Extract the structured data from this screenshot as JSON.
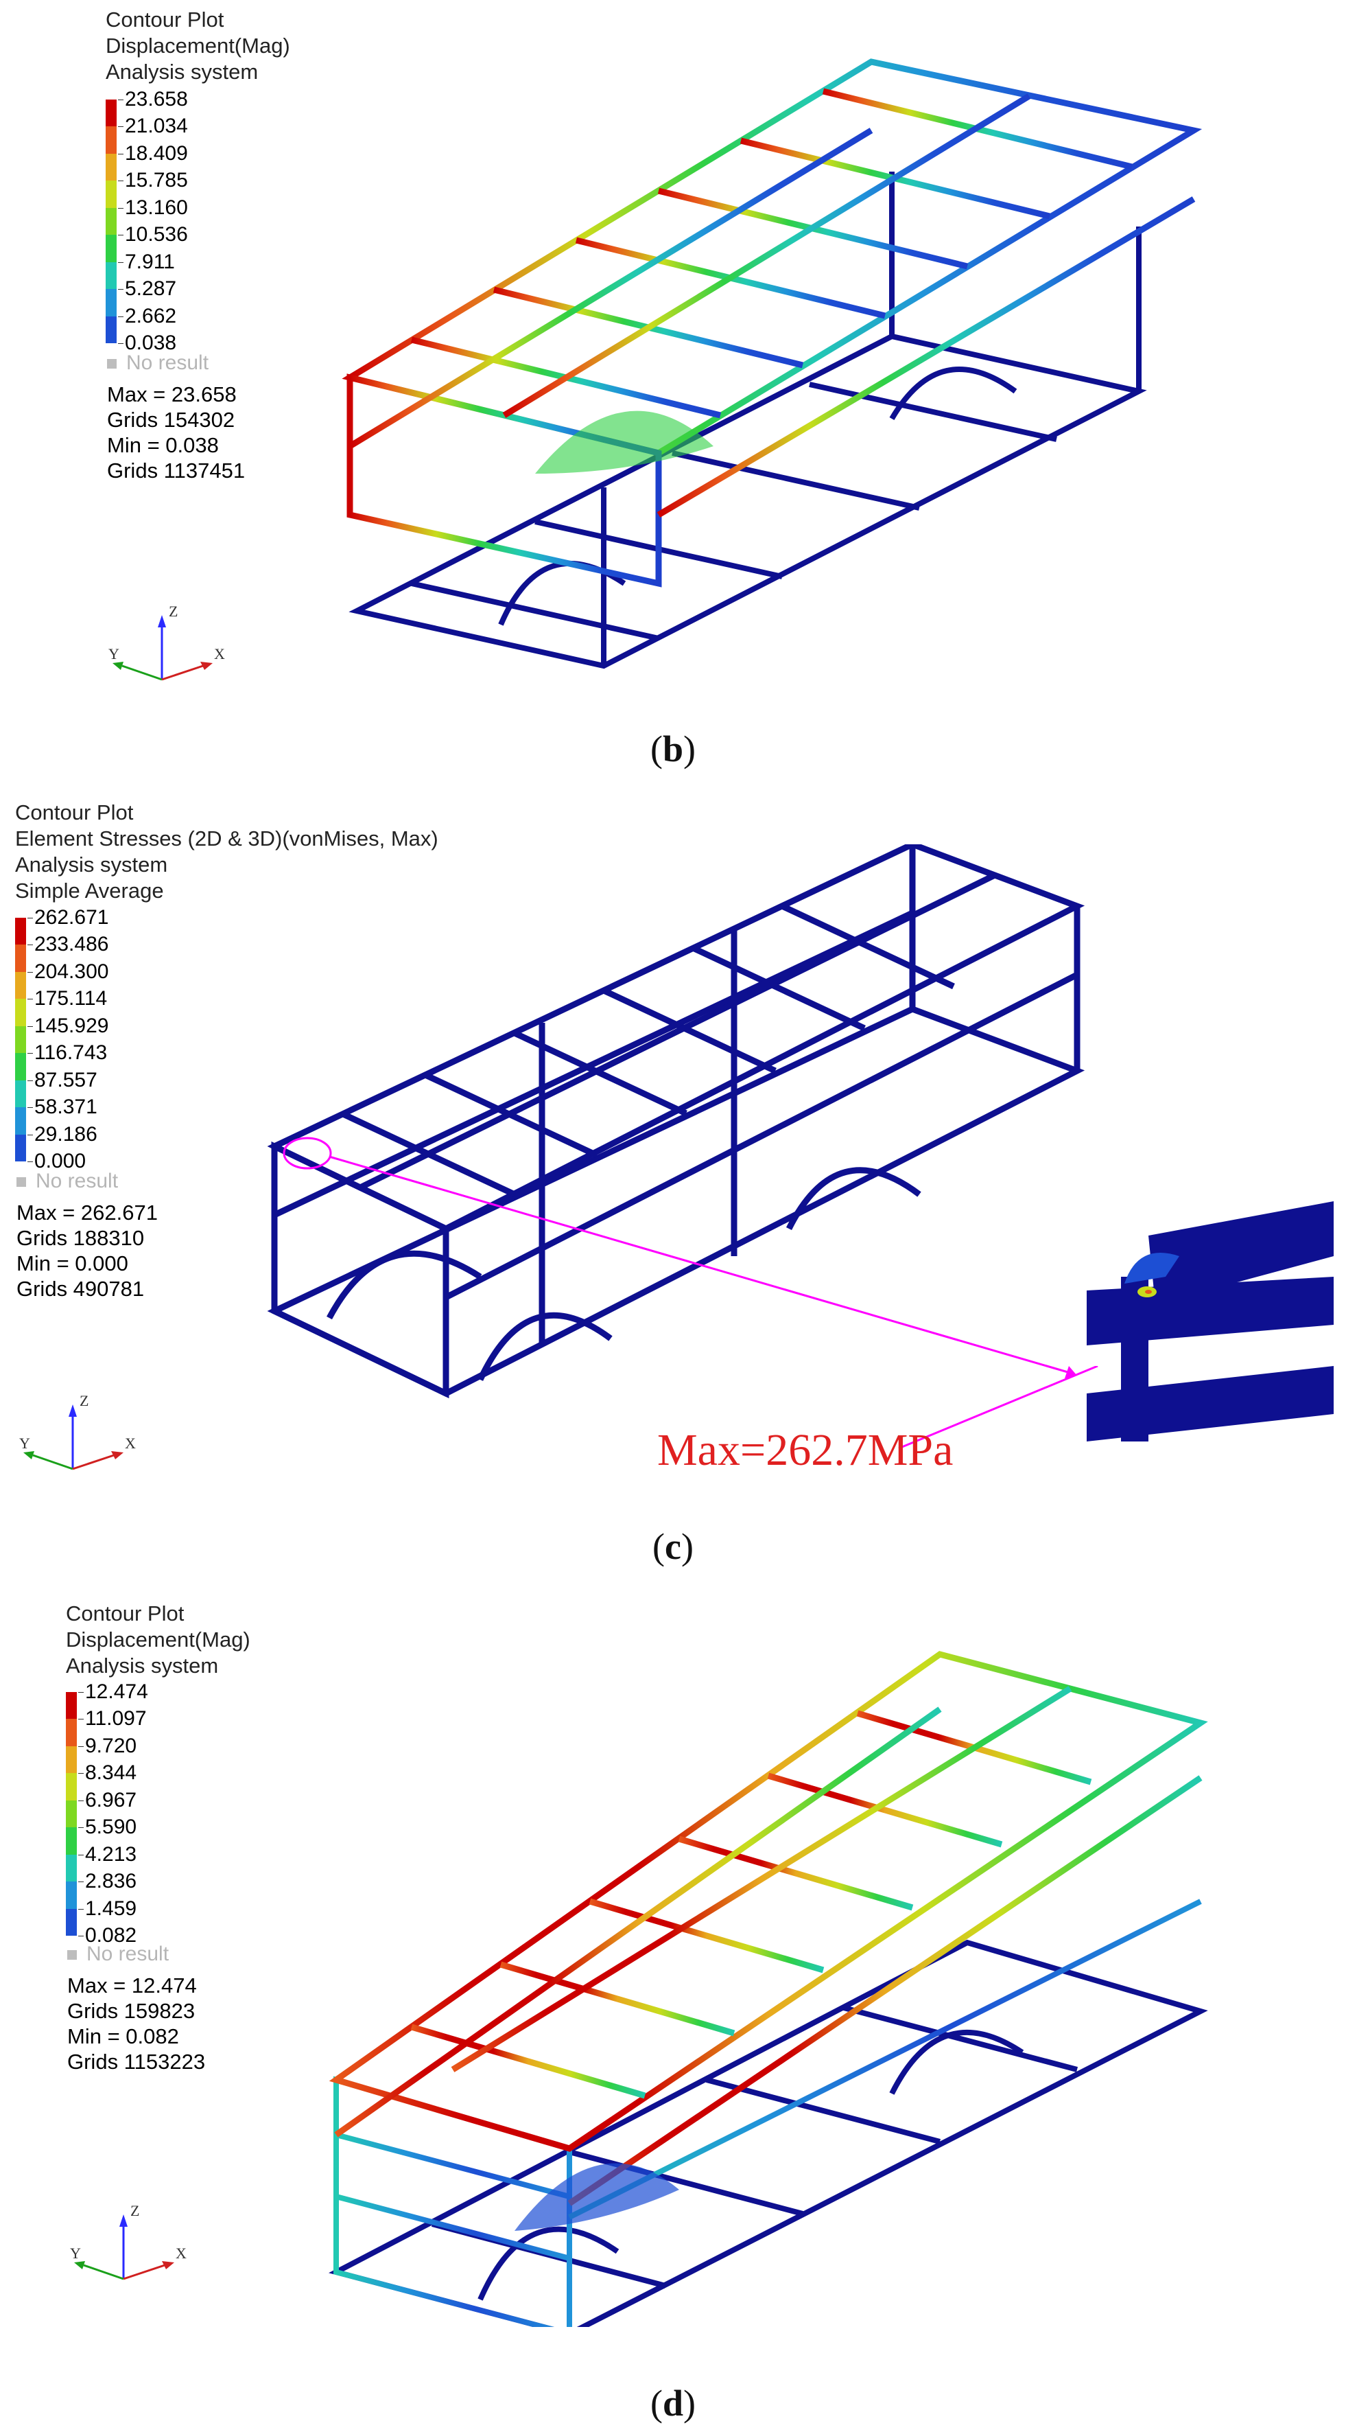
{
  "panels": [
    {
      "id": "b",
      "legend_lines": [
        "Contour Plot",
        "Displacement(Mag)",
        "Analysis system"
      ],
      "ticks": [
        "23.658",
        "21.034",
        "18.409",
        "15.785",
        "13.160",
        "10.536",
        "7.911",
        "5.287",
        "2.662",
        "0.038"
      ],
      "no_result": "No result",
      "stats": [
        "Max = 23.658",
        "Grids 154302",
        "Min = 0.038",
        "Grids 1137451"
      ],
      "axes": {
        "z": "Z",
        "y": "Y",
        "x": "X"
      },
      "caption": {
        "open": "(",
        "letter": "b",
        "close": ")"
      }
    },
    {
      "id": "c",
      "legend_lines": [
        "Contour Plot",
        "Element Stresses (2D & 3D)(vonMises, Max)",
        "Analysis system",
        "Simple Average"
      ],
      "ticks": [
        "262.671",
        "233.486",
        "204.300",
        "175.114",
        "145.929",
        "116.743",
        "87.557",
        "58.371",
        "29.186",
        "0.000"
      ],
      "no_result": "No result",
      "stats": [
        "Max = 262.671",
        "Grids 188310",
        "Min = 0.000",
        "Grids 490781"
      ],
      "axes": {
        "z": "Z",
        "y": "Y",
        "x": "X"
      },
      "callout": "Max=262.7MPa",
      "caption": {
        "open": "(",
        "letter": "c",
        "close": ")"
      }
    },
    {
      "id": "d",
      "legend_lines": [
        "Contour Plot",
        "Displacement(Mag)",
        "Analysis system"
      ],
      "ticks": [
        "12.474",
        "11.097",
        "9.720",
        "8.344",
        "6.967",
        "5.590",
        "4.213",
        "2.836",
        "1.459",
        "0.082"
      ],
      "no_result": "No result",
      "stats": [
        "Max = 12.474",
        "Grids 159823",
        "Min = 0.082",
        "Grids 1153223"
      ],
      "axes": {
        "z": "Z",
        "y": "Y",
        "x": "X"
      },
      "caption": {
        "open": "(",
        "letter": "d",
        "close": ")"
      }
    }
  ],
  "colors": {
    "scale": [
      "#cc0000",
      "#e8581a",
      "#e8a91e",
      "#c8dc1c",
      "#7ed821",
      "#2fd045",
      "#22c9b2",
      "#2093d9",
      "#1d4fd4",
      "#0d0ca0"
    ],
    "frame_base": "#0e1090",
    "callout_line": "#ff00ff",
    "callout_text": "#e02020"
  }
}
